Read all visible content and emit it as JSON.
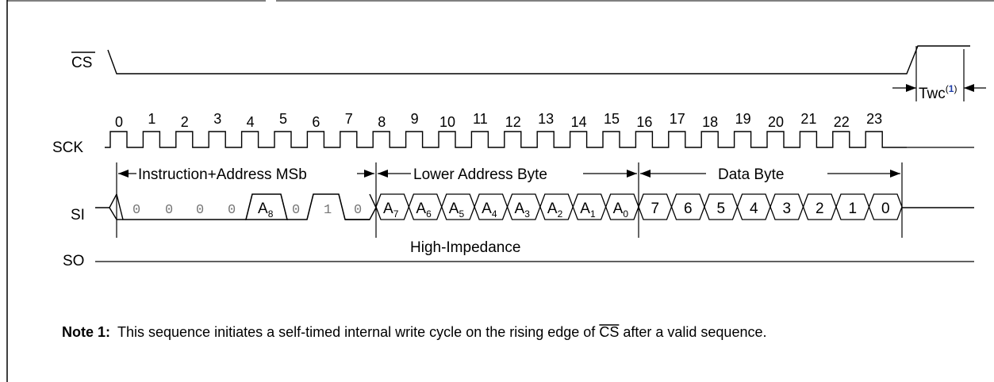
{
  "signals": {
    "cs": "CS",
    "sck": "SCK",
    "si": "SI",
    "so": "SO"
  },
  "clock_numbers": [
    "0",
    "1",
    "2",
    "3",
    "4",
    "5",
    "6",
    "7",
    "8",
    "9",
    "10",
    "11",
    "12",
    "13",
    "14",
    "15",
    "16",
    "17",
    "18",
    "19",
    "20",
    "21",
    "22",
    "23"
  ],
  "twc": {
    "label": "Twc",
    "note_ref": "(1)",
    "note_ref_digit": "1",
    "note_ref_color": "#1f3ea8"
  },
  "segments": {
    "instruction_address": "Instruction+Address MSb",
    "lower_address": "Lower Address Byte",
    "data_byte": "Data Byte"
  },
  "si_bits": {
    "instruction": [
      "0",
      "0",
      "0",
      "0"
    ],
    "a8": {
      "base": "A",
      "sub": "8"
    },
    "bit6": "0",
    "bit7": "1",
    "bit8": "0",
    "address": [
      {
        "base": "A",
        "sub": "7"
      },
      {
        "base": "A",
        "sub": "6"
      },
      {
        "base": "A",
        "sub": "5"
      },
      {
        "base": "A",
        "sub": "4"
      },
      {
        "base": "A",
        "sub": "3"
      },
      {
        "base": "A",
        "sub": "2"
      },
      {
        "base": "A",
        "sub": "1"
      },
      {
        "base": "A",
        "sub": "0"
      }
    ],
    "data": [
      "7",
      "6",
      "5",
      "4",
      "3",
      "2",
      "1",
      "0"
    ]
  },
  "so_state": "High-Impedance",
  "note": {
    "label": "Note 1:",
    "text_before": "This sequence initiates a self-timed internal write cycle on the rising edge of",
    "cs": "CS",
    "text_after": "after a valid sequence."
  }
}
